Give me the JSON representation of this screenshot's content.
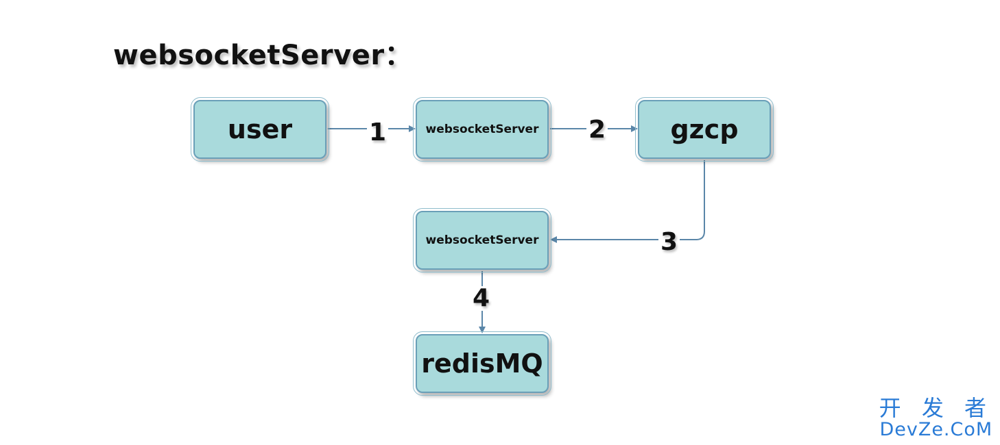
{
  "title": "websocketServer：",
  "nodes": {
    "user": "user",
    "ws1": "websocketServer",
    "gzcp": "gzcp",
    "ws2": "websocketServer",
    "redis": "redisMQ"
  },
  "steps": {
    "s1": "1",
    "s2": "2",
    "s3": "3",
    "s4": "4"
  },
  "watermark": {
    "top": "开 发 者",
    "bottom": "DevZe.CoM"
  },
  "colors": {
    "node_fill": "#a9dadc",
    "node_border": "#6a9fb8",
    "edge": "#5a86a8",
    "watermark": "#2a7bd6"
  }
}
